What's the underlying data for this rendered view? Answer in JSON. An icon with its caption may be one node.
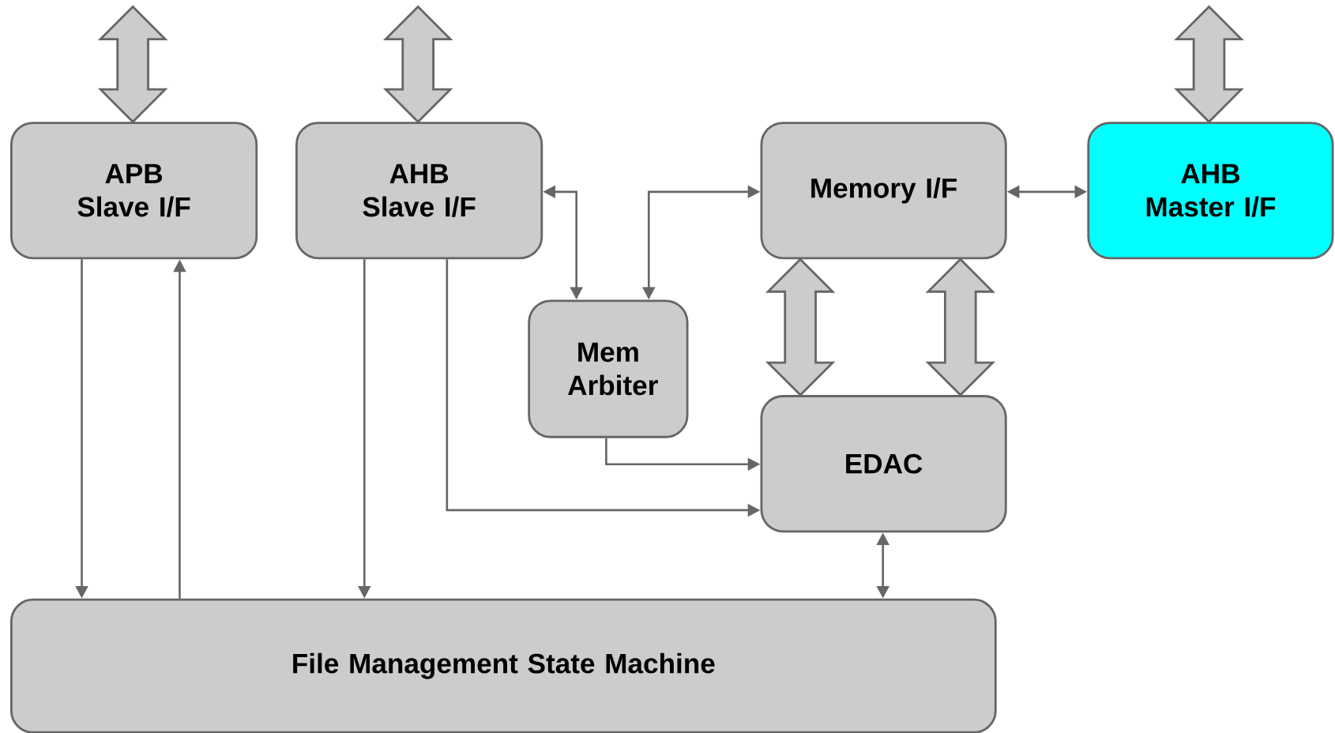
{
  "diagram": {
    "nodes": [
      {
        "text": [
          "APB Slave I/F"
        ]
      },
      {
        "text": [
          "AHB Slave I/F"
        ]
      },
      {
        "text": [
          "Memory I/F"
        ]
      },
      {
        "text": [
          "AHB Master I/F"
        ]
      },
      {
        "text": [
          "Mem Arbiter"
        ]
      },
      {
        "text": [
          "EDAC"
        ]
      },
      {
        "text": [
          "File Management State Machine"
        ]
      }
    ],
    "edges": [
      {
        "from": null,
        "to": 0,
        "arrow": "both",
        "style": "thick"
      },
      {
        "from": null,
        "to": 1,
        "arrow": "both",
        "style": "thick"
      },
      {
        "from": null,
        "to": 3,
        "arrow": "both",
        "style": "thick"
      },
      {
        "from": 2,
        "to": 5,
        "arrow": "both",
        "style": "thick"
      },
      {
        "from": 2,
        "to": 5,
        "arrow": "both",
        "style": "thick"
      },
      {
        "from": 0,
        "to": 6,
        "arrow": "to"
      },
      {
        "from": 6,
        "to": 0,
        "arrow": "to"
      },
      {
        "from": 1,
        "to": 6,
        "arrow": "to"
      },
      {
        "from": 1,
        "to": 5,
        "arrow": "to"
      },
      {
        "from": 1,
        "to": 4,
        "arrow": "both"
      },
      {
        "from": 4,
        "to": 2,
        "arrow": "both"
      },
      {
        "from": 2,
        "to": 3,
        "arrow": "both"
      },
      {
        "from": 4,
        "to": 5,
        "arrow": "to"
      },
      {
        "from": 5,
        "to": 6,
        "arrow": "both"
      }
    ]
  }
}
